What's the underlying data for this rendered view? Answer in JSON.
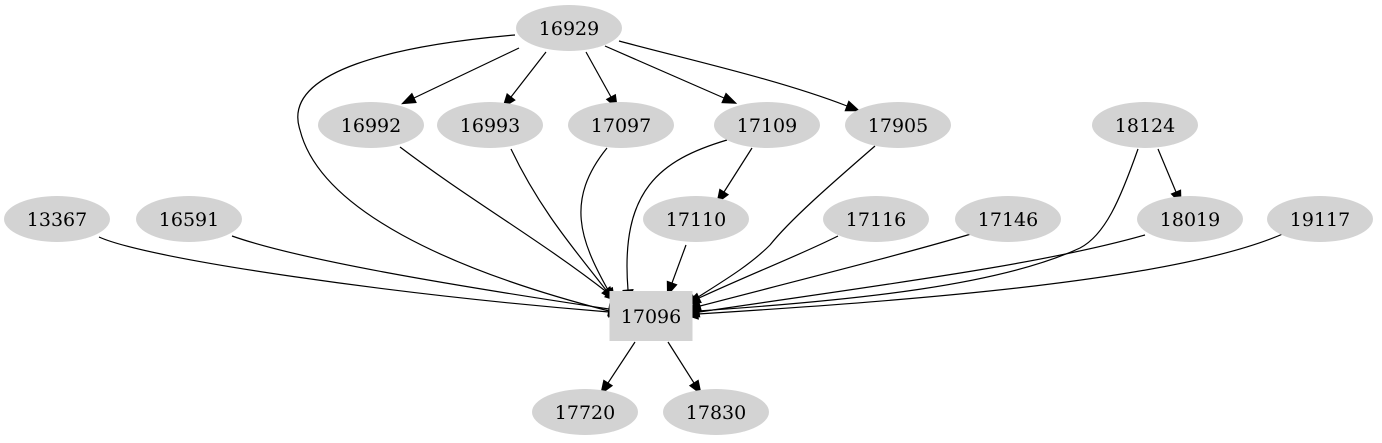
{
  "graph": {
    "nodes": [
      {
        "id": "16929",
        "label": "16929",
        "shape": "ellipse"
      },
      {
        "id": "16992",
        "label": "16992",
        "shape": "ellipse"
      },
      {
        "id": "16993",
        "label": "16993",
        "shape": "ellipse"
      },
      {
        "id": "17097",
        "label": "17097",
        "shape": "ellipse"
      },
      {
        "id": "17109",
        "label": "17109",
        "shape": "ellipse"
      },
      {
        "id": "17905",
        "label": "17905",
        "shape": "ellipse"
      },
      {
        "id": "18124",
        "label": "18124",
        "shape": "ellipse"
      },
      {
        "id": "13367",
        "label": "13367",
        "shape": "ellipse"
      },
      {
        "id": "16591",
        "label": "16591",
        "shape": "ellipse"
      },
      {
        "id": "17110",
        "label": "17110",
        "shape": "ellipse"
      },
      {
        "id": "17116",
        "label": "17116",
        "shape": "ellipse"
      },
      {
        "id": "17146",
        "label": "17146",
        "shape": "ellipse"
      },
      {
        "id": "18019",
        "label": "18019",
        "shape": "ellipse"
      },
      {
        "id": "19117",
        "label": "19117",
        "shape": "ellipse"
      },
      {
        "id": "17096",
        "label": "17096",
        "shape": "box"
      },
      {
        "id": "17720",
        "label": "17720",
        "shape": "ellipse"
      },
      {
        "id": "17830",
        "label": "17830",
        "shape": "ellipse"
      }
    ],
    "edges": [
      {
        "from": "16929",
        "to": "16992"
      },
      {
        "from": "16929",
        "to": "16993"
      },
      {
        "from": "16929",
        "to": "17097"
      },
      {
        "from": "16929",
        "to": "17109"
      },
      {
        "from": "16929",
        "to": "17905"
      },
      {
        "from": "16929",
        "to": "17096"
      },
      {
        "from": "16992",
        "to": "17096"
      },
      {
        "from": "16993",
        "to": "17096"
      },
      {
        "from": "17097",
        "to": "17096"
      },
      {
        "from": "17109",
        "to": "17110"
      },
      {
        "from": "17109",
        "to": "17096"
      },
      {
        "from": "17905",
        "to": "17096"
      },
      {
        "from": "18124",
        "to": "18019"
      },
      {
        "from": "18124",
        "to": "17096"
      },
      {
        "from": "13367",
        "to": "17096"
      },
      {
        "from": "16591",
        "to": "17096"
      },
      {
        "from": "17110",
        "to": "17096"
      },
      {
        "from": "17116",
        "to": "17096"
      },
      {
        "from": "17146",
        "to": "17096"
      },
      {
        "from": "18019",
        "to": "17096"
      },
      {
        "from": "19117",
        "to": "17096"
      },
      {
        "from": "17096",
        "to": "17720"
      },
      {
        "from": "17096",
        "to": "17830"
      }
    ],
    "colors": {
      "node_fill": "#d3d3d3",
      "edge": "#000000",
      "text": "#000000",
      "background": "#ffffff"
    }
  }
}
